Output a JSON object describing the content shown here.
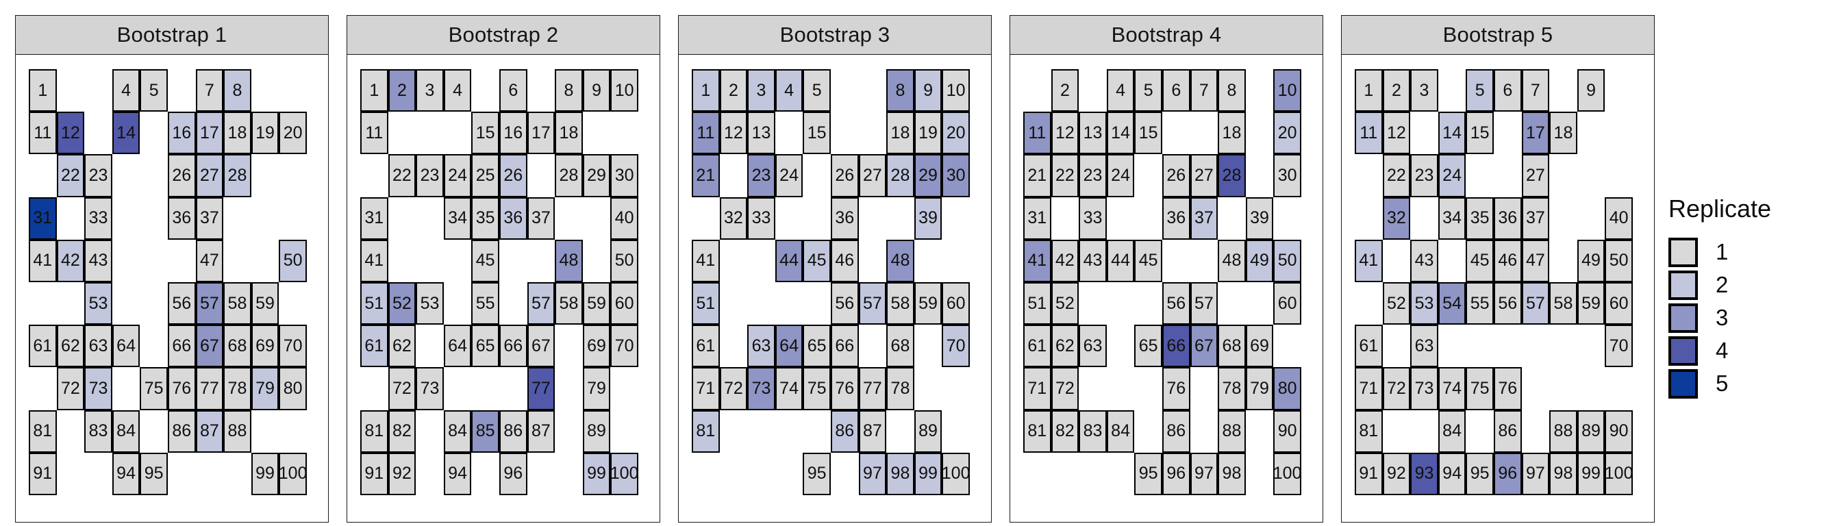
{
  "figure": {
    "type": "faceted-grid-map",
    "facet_variable": "Bootstrap",
    "n_facets": 5,
    "grid_rows": 10,
    "grid_cols": 10,
    "cell_numbering": "1-100, row-major"
  },
  "legend": {
    "title": "Replicate",
    "items": [
      {
        "level": "1",
        "color": "#d9d9d9"
      },
      {
        "level": "2",
        "color": "#c3c7dd"
      },
      {
        "level": "3",
        "color": "#8f95c4"
      },
      {
        "level": "4",
        "color": "#5259a8"
      },
      {
        "level": "5",
        "color": "#0b3c9b"
      }
    ]
  },
  "chart_data": {
    "type": "heatmap",
    "title": "",
    "xlabel": "",
    "ylabel": "",
    "legend_title": "Replicate",
    "legend_position": "right",
    "categories": [
      "1",
      "2",
      "3",
      "4",
      "5"
    ],
    "palette": [
      "#d9d9d9",
      "#c3c7dd",
      "#8f95c4",
      "#5259a8",
      "#0b3c9b"
    ],
    "panels": [
      {
        "label": "Bootstrap 1",
        "cells": {
          "1": 1,
          "4": 1,
          "5": 1,
          "7": 1,
          "8": 2,
          "11": 1,
          "12": 4,
          "14": 4,
          "16": 2,
          "17": 2,
          "18": 1,
          "19": 1,
          "20": 1,
          "22": 2,
          "23": 1,
          "26": 1,
          "27": 2,
          "28": 2,
          "31": 5,
          "33": 1,
          "36": 1,
          "37": 1,
          "41": 1,
          "42": 2,
          "43": 1,
          "47": 1,
          "50": 2,
          "53": 2,
          "56": 1,
          "57": 3,
          "58": 1,
          "59": 1,
          "61": 1,
          "62": 1,
          "63": 1,
          "64": 1,
          "66": 1,
          "67": 3,
          "68": 1,
          "69": 1,
          "70": 1,
          "72": 1,
          "73": 2,
          "75": 1,
          "76": 1,
          "77": 1,
          "78": 1,
          "79": 2,
          "80": 1,
          "81": 1,
          "83": 1,
          "84": 1,
          "86": 1,
          "87": 2,
          "88": 1,
          "91": 1,
          "94": 1,
          "95": 1,
          "99": 1,
          "100": 1
        }
      },
      {
        "label": "Bootstrap 2",
        "cells": {
          "1": 1,
          "2": 3,
          "3": 1,
          "4": 1,
          "6": 1,
          "8": 1,
          "9": 1,
          "10": 1,
          "11": 1,
          "15": 1,
          "16": 1,
          "17": 1,
          "18": 1,
          "22": 1,
          "23": 1,
          "24": 1,
          "25": 1,
          "26": 2,
          "28": 1,
          "29": 1,
          "30": 1,
          "31": 1,
          "34": 1,
          "35": 1,
          "36": 2,
          "37": 1,
          "40": 1,
          "41": 1,
          "45": 1,
          "48": 3,
          "50": 1,
          "51": 2,
          "52": 3,
          "53": 1,
          "55": 1,
          "57": 2,
          "58": 1,
          "59": 1,
          "60": 1,
          "61": 2,
          "62": 1,
          "64": 1,
          "65": 1,
          "66": 1,
          "67": 1,
          "69": 1,
          "70": 1,
          "72": 1,
          "73": 1,
          "77": 4,
          "79": 1,
          "81": 1,
          "82": 1,
          "84": 1,
          "85": 3,
          "86": 1,
          "87": 1,
          "89": 1,
          "91": 1,
          "92": 1,
          "94": 1,
          "96": 1,
          "99": 2,
          "100": 2
        }
      },
      {
        "label": "Bootstrap 3",
        "cells": {
          "1": 2,
          "2": 1,
          "3": 2,
          "4": 2,
          "5": 1,
          "8": 3,
          "9": 2,
          "10": 1,
          "11": 3,
          "12": 1,
          "13": 1,
          "15": 1,
          "18": 1,
          "19": 1,
          "20": 2,
          "21": 3,
          "23": 3,
          "24": 1,
          "26": 1,
          "27": 1,
          "28": 2,
          "29": 3,
          "30": 3,
          "32": 1,
          "33": 1,
          "36": 1,
          "39": 2,
          "41": 1,
          "44": 3,
          "45": 2,
          "46": 1,
          "48": 3,
          "51": 2,
          "56": 1,
          "57": 2,
          "58": 1,
          "59": 1,
          "60": 1,
          "61": 1,
          "63": 2,
          "64": 3,
          "65": 1,
          "66": 1,
          "68": 1,
          "70": 2,
          "71": 1,
          "72": 1,
          "73": 3,
          "74": 1,
          "75": 1,
          "76": 1,
          "77": 1,
          "78": 1,
          "81": 2,
          "86": 2,
          "87": 1,
          "89": 1,
          "95": 1,
          "97": 2,
          "98": 2,
          "99": 2,
          "100": 1
        }
      },
      {
        "label": "Bootstrap 4",
        "cells": {
          "2": 1,
          "4": 1,
          "5": 1,
          "6": 1,
          "7": 1,
          "8": 1,
          "10": 3,
          "11": 3,
          "12": 1,
          "13": 1,
          "14": 1,
          "15": 1,
          "18": 1,
          "20": 2,
          "21": 1,
          "22": 1,
          "23": 1,
          "24": 1,
          "26": 1,
          "27": 1,
          "28": 4,
          "30": 1,
          "31": 1,
          "33": 1,
          "36": 1,
          "37": 2,
          "39": 1,
          "41": 3,
          "42": 1,
          "43": 1,
          "44": 1,
          "45": 1,
          "48": 1,
          "49": 2,
          "50": 2,
          "51": 1,
          "52": 1,
          "56": 1,
          "57": 1,
          "60": 1,
          "61": 1,
          "62": 1,
          "63": 1,
          "65": 1,
          "66": 4,
          "67": 3,
          "68": 1,
          "69": 1,
          "71": 1,
          "72": 1,
          "76": 1,
          "78": 1,
          "79": 1,
          "80": 3,
          "81": 1,
          "82": 1,
          "83": 1,
          "84": 1,
          "86": 1,
          "88": 1,
          "90": 1,
          "95": 1,
          "96": 1,
          "97": 1,
          "98": 1,
          "100": 1
        }
      },
      {
        "label": "Bootstrap 5",
        "cells": {
          "1": 1,
          "2": 1,
          "3": 1,
          "5": 2,
          "6": 1,
          "7": 1,
          "9": 1,
          "11": 2,
          "12": 1,
          "14": 2,
          "15": 1,
          "17": 3,
          "18": 1,
          "22": 1,
          "23": 1,
          "24": 2,
          "27": 1,
          "32": 3,
          "34": 1,
          "35": 1,
          "36": 1,
          "37": 1,
          "40": 1,
          "41": 2,
          "43": 1,
          "45": 1,
          "46": 1,
          "47": 1,
          "49": 1,
          "50": 1,
          "52": 1,
          "53": 2,
          "54": 3,
          "55": 1,
          "56": 1,
          "57": 2,
          "58": 1,
          "59": 1,
          "60": 1,
          "61": 1,
          "63": 1,
          "70": 1,
          "71": 1,
          "72": 1,
          "73": 1,
          "74": 1,
          "75": 1,
          "76": 1,
          "81": 1,
          "84": 1,
          "86": 1,
          "88": 1,
          "89": 1,
          "90": 1,
          "91": 1,
          "92": 1,
          "93": 4,
          "94": 1,
          "95": 1,
          "96": 3,
          "97": 1,
          "98": 1,
          "99": 1,
          "100": 1
        }
      }
    ]
  }
}
